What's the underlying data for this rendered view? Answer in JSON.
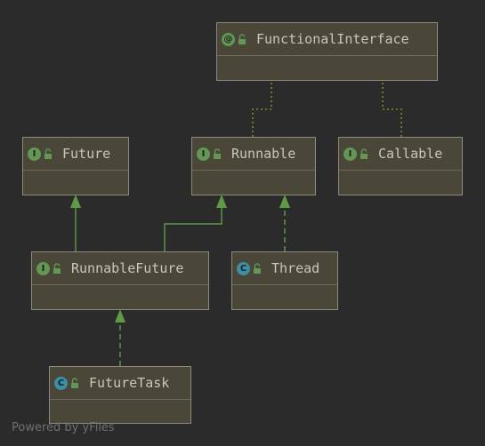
{
  "nodes": {
    "functional_interface": {
      "name": "FunctionalInterface",
      "badge": "@",
      "kind": "annotation"
    },
    "future": {
      "name": "Future",
      "badge": "I",
      "kind": "interface"
    },
    "runnable": {
      "name": "Runnable",
      "badge": "I",
      "kind": "interface"
    },
    "callable": {
      "name": "Callable",
      "badge": "I",
      "kind": "interface"
    },
    "runnable_future": {
      "name": "RunnableFuture",
      "badge": "I",
      "kind": "interface"
    },
    "thread": {
      "name": "Thread",
      "badge": "C",
      "kind": "class"
    },
    "future_task": {
      "name": "FutureTask",
      "badge": "C",
      "kind": "class"
    }
  },
  "edges": [
    {
      "from": "runnable_future",
      "to": "future",
      "type": "extends"
    },
    {
      "from": "runnable_future",
      "to": "runnable",
      "type": "extends"
    },
    {
      "from": "thread",
      "to": "runnable",
      "type": "implements"
    },
    {
      "from": "future_task",
      "to": "runnable_future",
      "type": "implements"
    },
    {
      "from": "runnable",
      "to": "functional_interface",
      "type": "annotated-by"
    },
    {
      "from": "callable",
      "to": "functional_interface",
      "type": "annotated-by"
    }
  ],
  "colors": {
    "background": "#2b2b2b",
    "node_fill": "#4a4638",
    "edge": "#5f9b47",
    "annotation_edge": "#9a9a2e",
    "interface_badge": "#629755",
    "class_badge": "#3d8fa3"
  },
  "icons": {
    "lock": "open-lock-icon"
  },
  "watermark": "Powered by yFiles"
}
